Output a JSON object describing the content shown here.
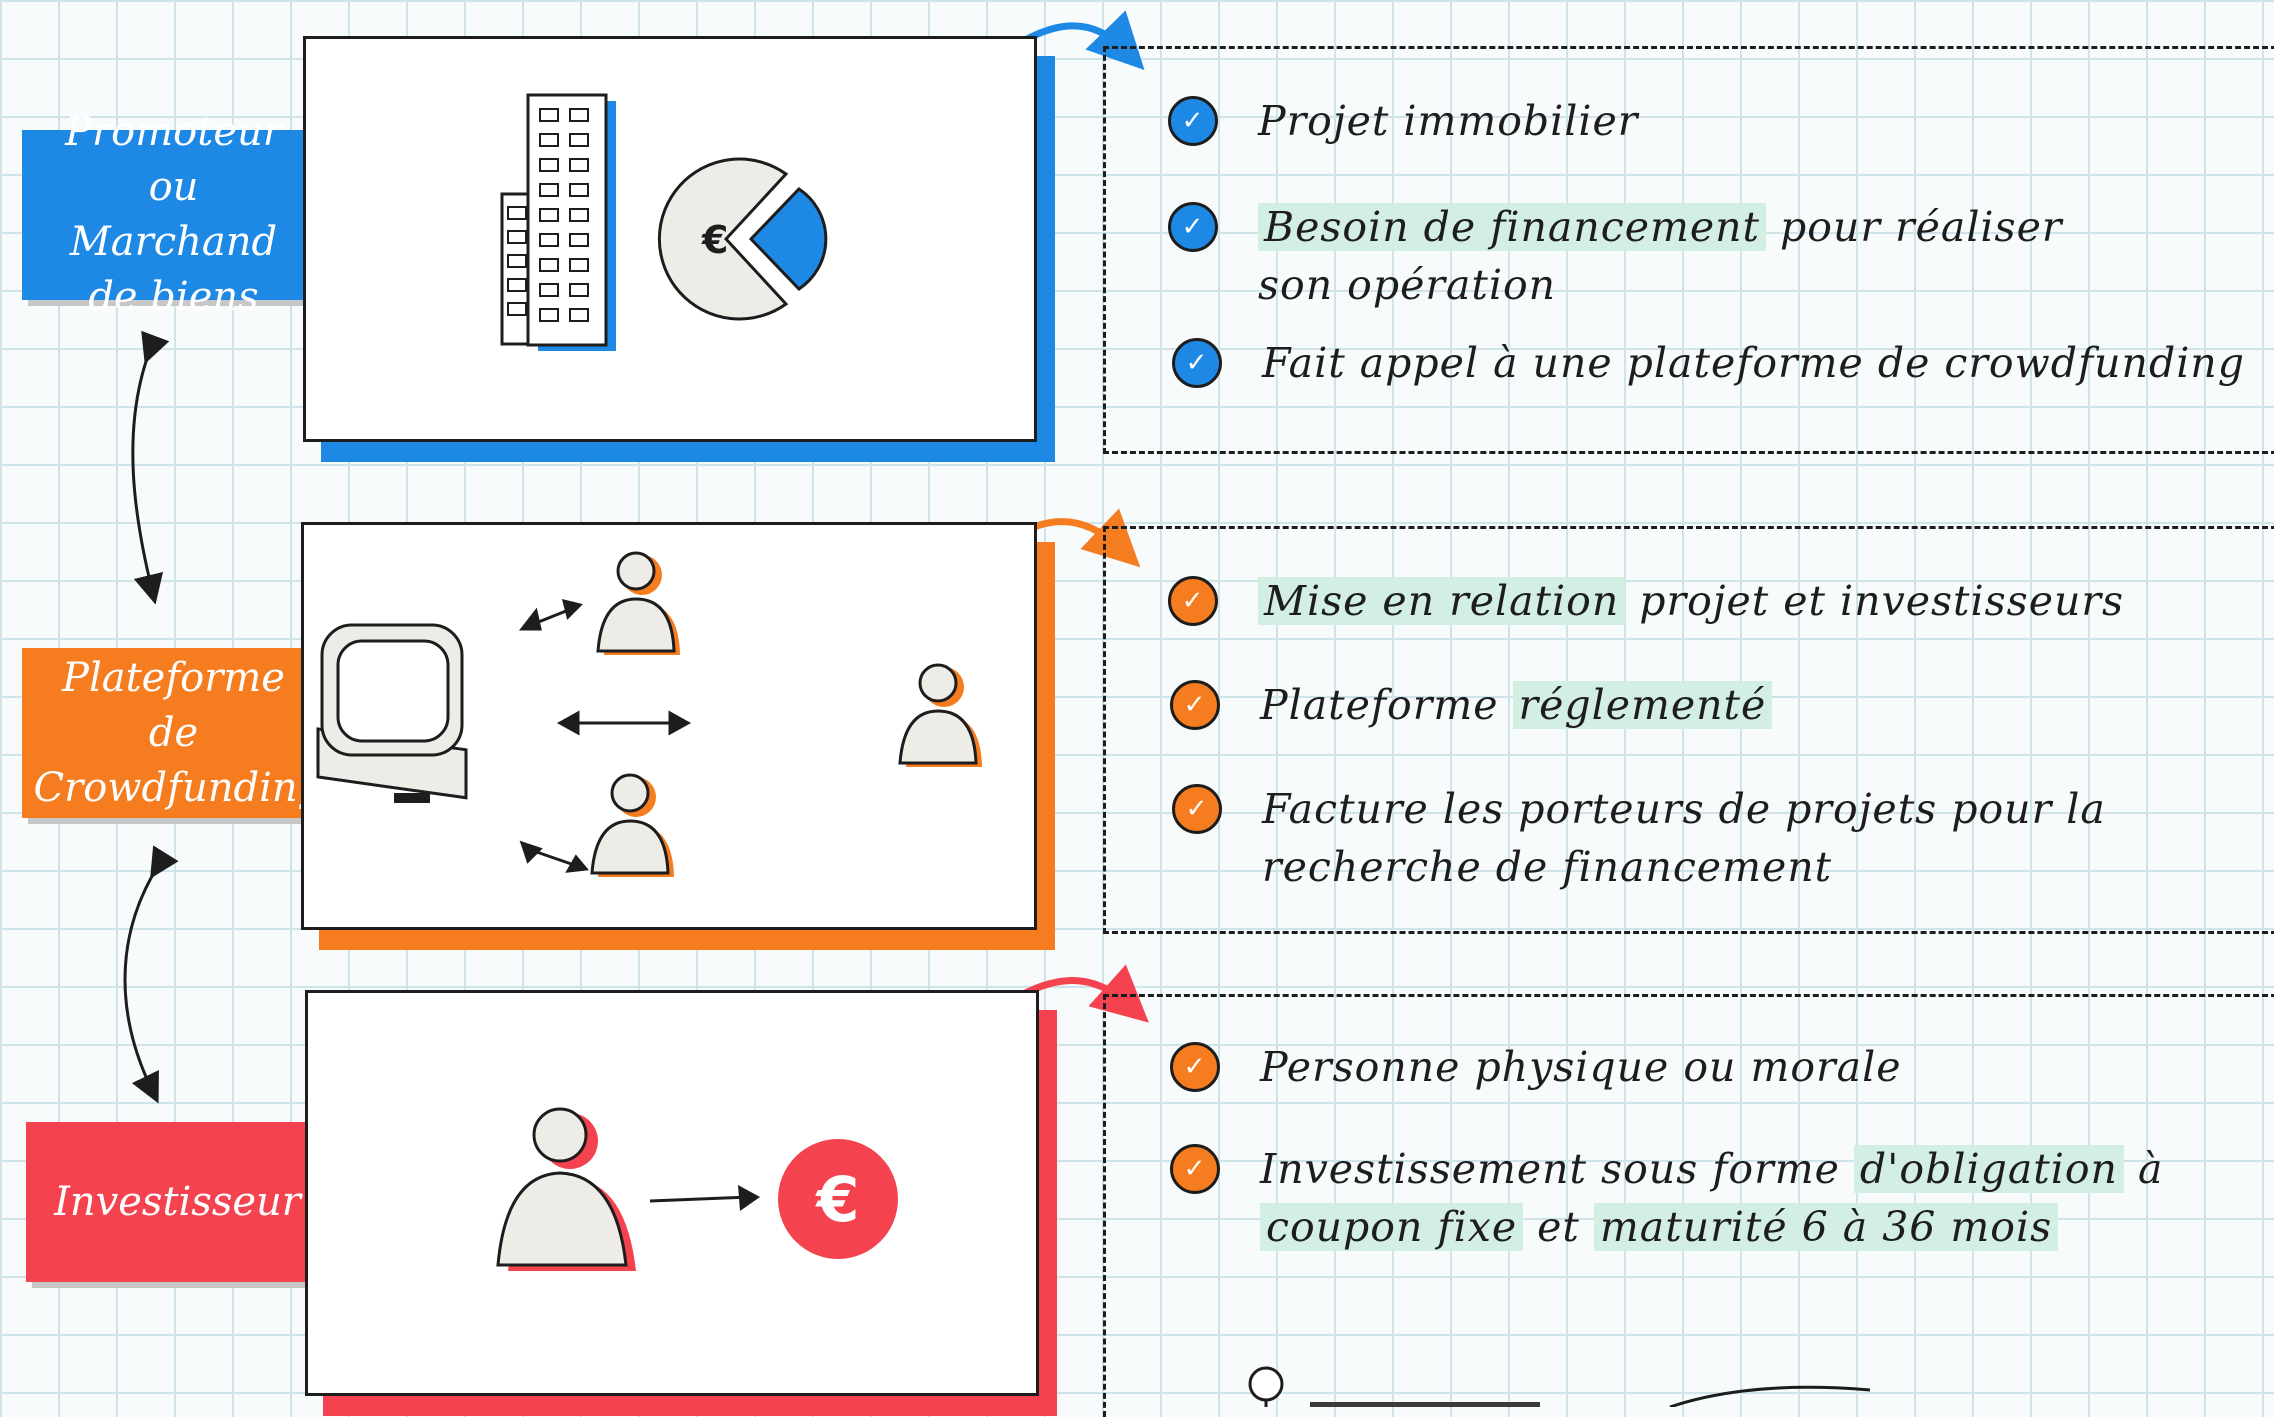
{
  "actors": [
    {
      "label": "Promoteur ou Marchand de biens",
      "color": "#1e88e5"
    },
    {
      "label": "Plateforme de Crowdfunding",
      "color": "#f57c1f"
    },
    {
      "label": "Investisseur",
      "color": "#f4424f"
    }
  ],
  "panels": [
    {
      "items": [
        {
          "check": "check-icon",
          "parts": [
            {
              "text": "Projet immobilier",
              "highlight": false
            }
          ]
        },
        {
          "check": "check-icon",
          "parts": [
            {
              "text": "Besoin de financement",
              "highlight": true
            },
            {
              "text": " pour réaliser",
              "highlight": false
            },
            {
              "text": "son opération",
              "highlight": false
            }
          ]
        },
        {
          "check": "check-icon",
          "parts": [
            {
              "text": "Fait appel à une plateforme de crowdfunding",
              "highlight": false
            }
          ]
        }
      ]
    },
    {
      "items": [
        {
          "parts": [
            {
              "text": "Mise en relation",
              "highlight": true
            },
            {
              "text": " projet et investisseurs",
              "highlight": false
            }
          ]
        },
        {
          "parts": [
            {
              "text": "Plateforme ",
              "highlight": false
            },
            {
              "text": "réglementé",
              "highlight": true
            }
          ]
        },
        {
          "parts": [
            {
              "text": "Facture les porteurs de projets pour la",
              "highlight": false
            },
            {
              "text": "recherche de financement",
              "highlight": false
            }
          ]
        }
      ]
    },
    {
      "items": [
        {
          "parts": [
            {
              "text": "Personne physique ou morale",
              "highlight": false
            }
          ]
        },
        {
          "parts": [
            {
              "text": "Investissement sous forme ",
              "highlight": false
            },
            {
              "text": "d'obligation",
              "highlight": true
            },
            {
              "text": " à",
              "highlight": false
            },
            {
              "text": "coupon fixe",
              "highlight": true
            },
            {
              "text": " et ",
              "highlight": false
            },
            {
              "text": "maturité 6 à 36 mois",
              "highlight": true
            }
          ]
        }
      ]
    }
  ],
  "icons": {
    "card1": [
      "building-icon",
      "pie-chart-euro-icon"
    ],
    "card2": [
      "computer-icon",
      "person-icon",
      "bidirectional-arrow-icon"
    ],
    "card3": [
      "person-icon",
      "arrow-right-icon",
      "euro-coin-icon"
    ]
  },
  "colors": {
    "blue": "#1e88e5",
    "orange": "#f57c1f",
    "red": "#f4424f",
    "highlight": "#d3efe3"
  }
}
